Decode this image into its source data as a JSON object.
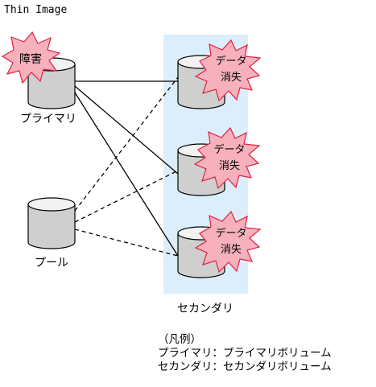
{
  "title": "Thin Image",
  "primary": {
    "label": "プライマリ",
    "burst": "障害"
  },
  "pool": {
    "label": "プール"
  },
  "secondary": {
    "label": "セカンダリ",
    "volumes": [
      {
        "burst_line1": "データ",
        "burst_line2": "消失"
      },
      {
        "burst_line1": "データ",
        "burst_line2": "消失"
      },
      {
        "burst_line1": "データ",
        "burst_line2": "消失"
      }
    ]
  },
  "legend": {
    "heading": "（凡例）",
    "rows": [
      "プライマリ：プライマリボリューム",
      "セカンダリ：セカンダリボリューム"
    ]
  },
  "colors": {
    "secondary_panel": "#dceefc",
    "burst_fill": "#f6b1bd",
    "burst_stroke": "#e0223f",
    "cylinder_body": "#cfcfcf",
    "cylinder_top": "#f2f2f2"
  }
}
